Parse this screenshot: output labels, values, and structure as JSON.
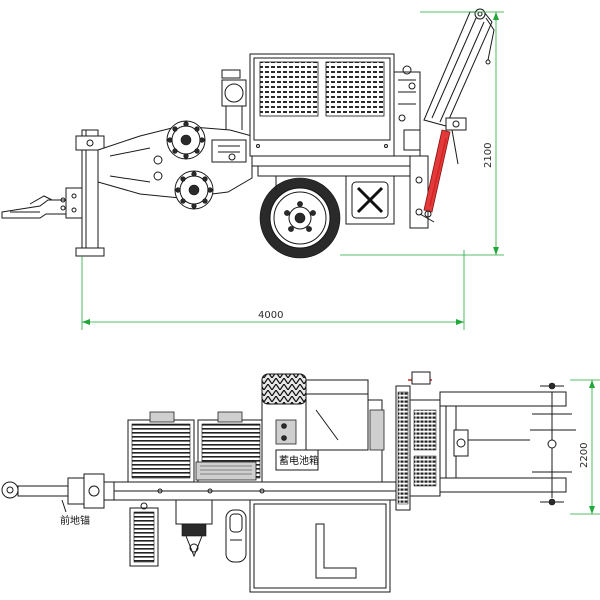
{
  "dimensions": {
    "top_view_length": "4000",
    "top_view_height": "2100",
    "bottom_view_width": "2200"
  },
  "labels": {
    "battery_box": "蓄电池箱",
    "ground_anchor": "前地锚"
  },
  "colors": {
    "dimension_line": "#22a83a",
    "hydraulic_cylinder": "#e23a3a",
    "outline": "#1a1a1a"
  }
}
